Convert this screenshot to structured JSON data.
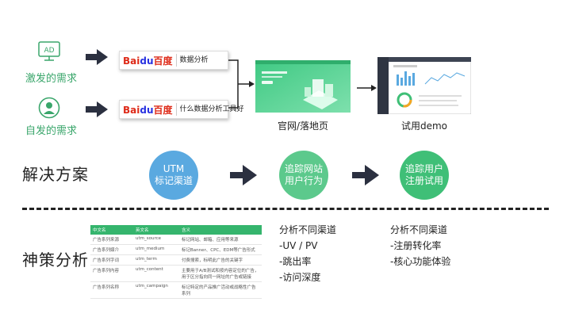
{
  "top": {
    "passive_label": "激发的需求",
    "active_label": "自发的需求",
    "ad_icon_text": "AD",
    "baidu_logo_red": "Bai",
    "baidu_logo_blue": "du",
    "baidu_logo_cn": "百度",
    "search1": "数据分析",
    "search2": "什么数据分析工具好",
    "landing_caption": "官网/落地页",
    "demo_caption": "试用demo"
  },
  "solution": {
    "title": "解决方案",
    "circle1": "UTM\n标记渠道",
    "circle2": "追踪网站\n用户行为",
    "circle3": "追踪用户\n注册试用",
    "colors": {
      "blue": "#5aa9e0",
      "green1": "#5cc98c",
      "green2": "#3fbf77"
    }
  },
  "analysis": {
    "title": "神策分析",
    "table_headers": [
      "中文名",
      "英文名",
      "含义"
    ],
    "table_rows": [
      [
        "广告系列来源",
        "utm_source",
        "标记网站、邮箱、应用等来源"
      ],
      [
        "广告系列媒介",
        "utm_medium",
        "标记Banner、CPC、EDM等广告形式"
      ],
      [
        "广告系列字词",
        "utm_term",
        "付费搜索，标明此广告的关键字"
      ],
      [
        "广告系列内容",
        "utm_content",
        "主要用于A/B测试和按内容定位的广告，用于区分指向同一网址的广告或链接"
      ],
      [
        "广告系列名称",
        "utm_campaign",
        "标记特定的产品推广活动或战略性广告系列"
      ]
    ],
    "list1": {
      "heading": "分析不同渠道",
      "items": [
        "-UV / PV",
        "-跳出率",
        "-访问深度"
      ]
    },
    "list2": {
      "heading": "分析不同渠道",
      "items": [
        "-注册转化率",
        "-核心功能体验"
      ]
    }
  }
}
